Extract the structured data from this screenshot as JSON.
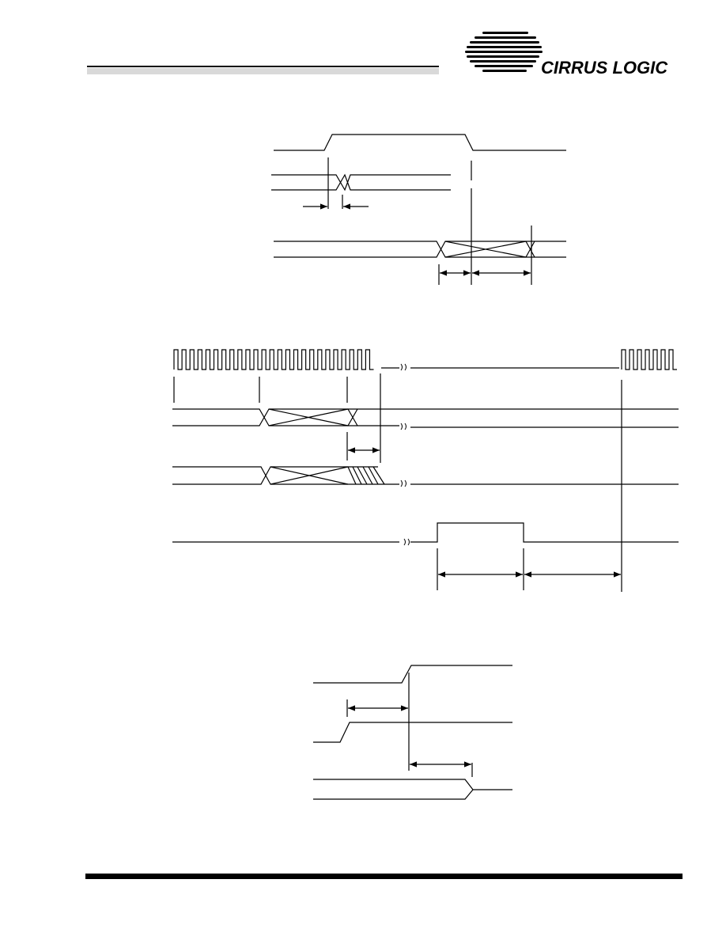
{
  "header": {
    "logo_text": "CIRRUS LOGIC",
    "logo_icon": "cirrus-logic-stripe-logo"
  },
  "colors": {
    "ink": "#000000",
    "rule_shadow": "#d9d9d9",
    "page": "#ffffff"
  },
  "diagrams": [
    {
      "id": "timing-diagram-1",
      "signals": 3,
      "marker_arrows": 3
    },
    {
      "id": "timing-diagram-2",
      "signals": 4,
      "marker_arrows": 3,
      "break_marks": 4
    },
    {
      "id": "timing-diagram-3",
      "signals": 3,
      "marker_arrows": 2
    }
  ]
}
